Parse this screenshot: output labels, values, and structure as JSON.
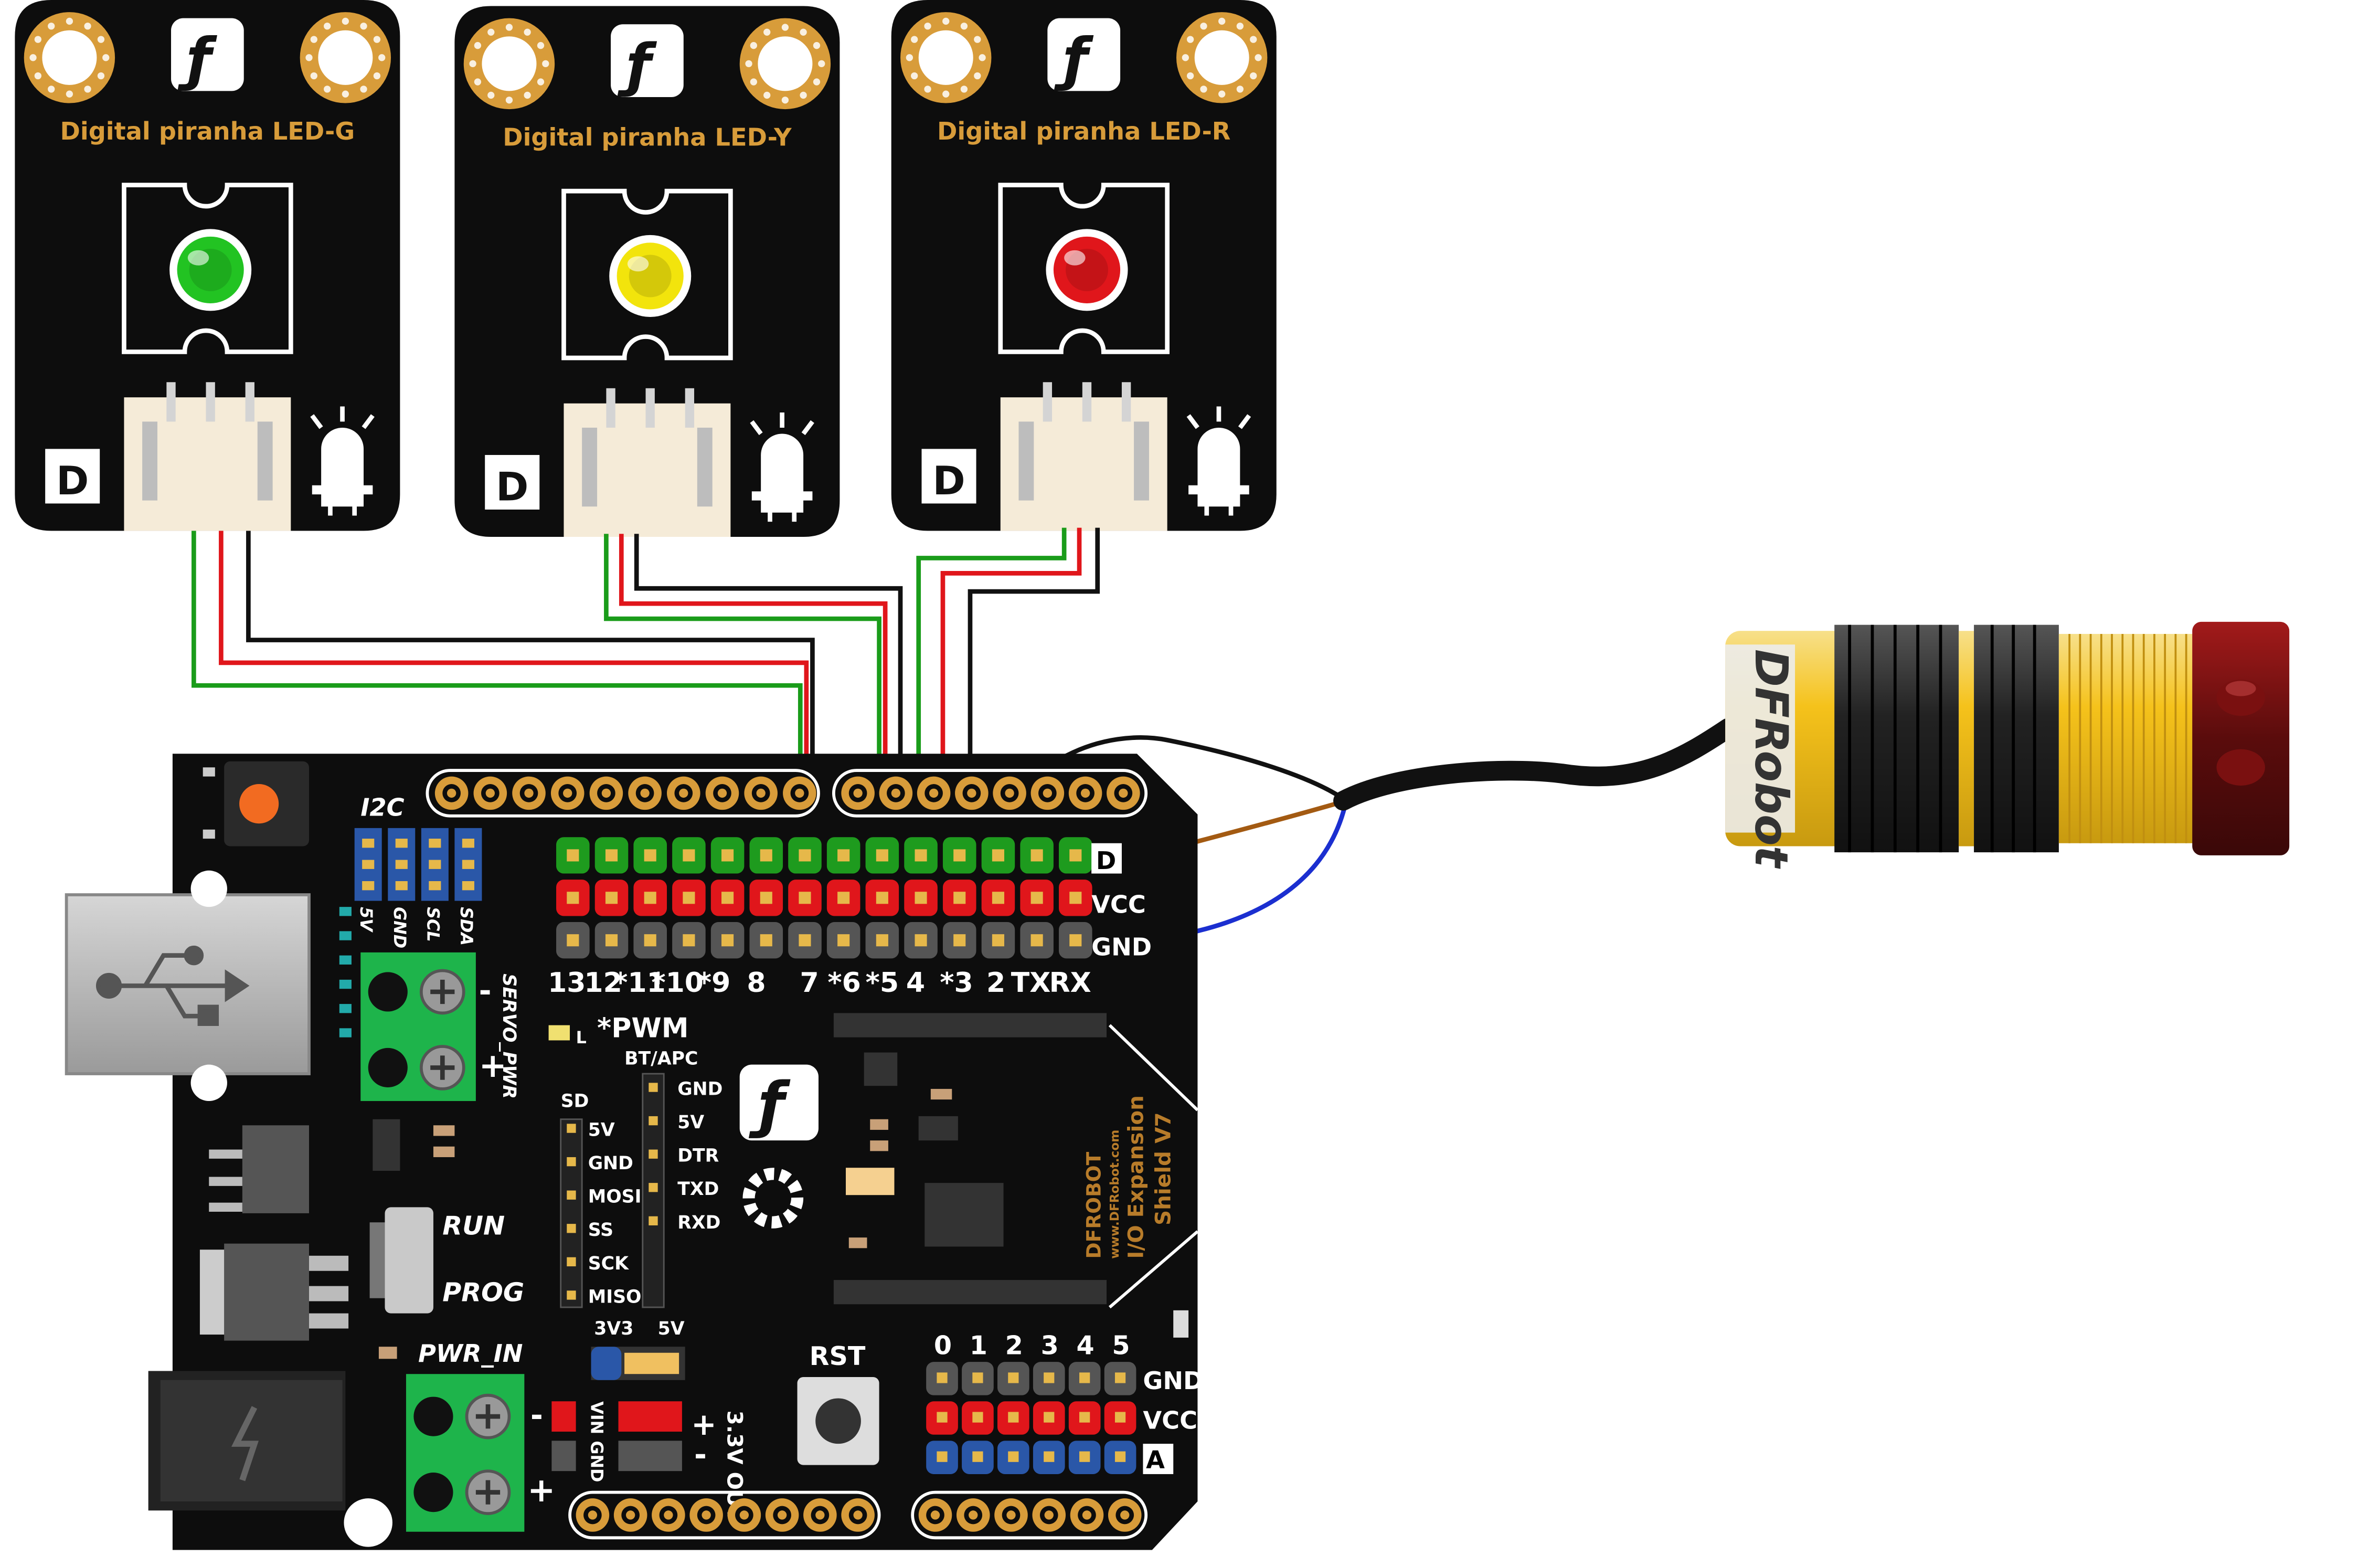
{
  "modules": [
    {
      "title": "Digital piranha LED-G",
      "badge": "D",
      "led_color": "#22c322"
    },
    {
      "title": "Digital piranha LED-Y",
      "badge": "D",
      "led_color": "#f2e40c"
    },
    {
      "title": "Digital piranha LED-R",
      "badge": "D",
      "led_color": "#e0161b"
    }
  ],
  "sensor": {
    "brand": "DFRobot",
    "body_color": "#f5c21b"
  },
  "shield": {
    "i2c": "I2C",
    "i2c_pins": [
      "5V",
      "GND",
      "SCL",
      "SDA"
    ],
    "servo_pwr": "SERVO_PWR",
    "row_labels": {
      "d": "D",
      "vcc": "VCC",
      "gnd": "GND"
    },
    "digital_pins": [
      "13",
      "12",
      "*11",
      "*10",
      "*9",
      "8",
      "7",
      "*6",
      "*5",
      "4",
      "*3",
      "2",
      "TX",
      "RX"
    ],
    "pwm": "*PWM",
    "led_l": "L",
    "sd_title": "SD",
    "sd_pins": [
      "5V",
      "GND",
      "MOSI",
      "SS",
      "SCK",
      "MISO"
    ],
    "bt_title": "BT/APC",
    "bt_pins": [
      "GND",
      "5V",
      "DTR",
      "TXD",
      "RXD"
    ],
    "run": "RUN",
    "prog": "PROG",
    "pwr_in": "PWR_IN",
    "v3v3": "3V3",
    "v5v": "5V",
    "rst": "RST",
    "vin": "VIN",
    "gnd_small": "GND",
    "out33": "3.3V OUT",
    "analog_pins": [
      "0",
      "1",
      "2",
      "3",
      "4",
      "5"
    ],
    "analog_rows": {
      "gnd": "GND",
      "vcc": "VCC",
      "a": "A"
    },
    "brand": "DFROBOT",
    "url": "www.DFRobot.com",
    "name1": "I/O Expansion",
    "name2": "Shield V7",
    "plus": "+",
    "minus": "-"
  },
  "colors": {
    "board": "#0d0d0d",
    "gold": "#d89c3a",
    "green_row": "#1e9b1e",
    "red_row": "#e0161b",
    "gray_row": "#555555",
    "blue_pin": "#2a57a8"
  }
}
